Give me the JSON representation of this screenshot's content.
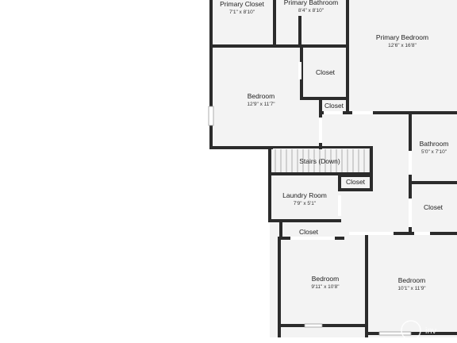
{
  "rooms": {
    "primary_closet": {
      "name": "Primary Closet",
      "dims": "7'1\" x 8'10\""
    },
    "primary_bathroom": {
      "name": "Primary Bathroom",
      "dims": "8'4\" x 8'10\""
    },
    "primary_bedroom": {
      "name": "Primary Bedroom",
      "dims": "12'6\" x 16'8\""
    },
    "closet_top": {
      "name": "Closet"
    },
    "bedroom_left": {
      "name": "Bedroom",
      "dims": "12'9\" x 11'7\""
    },
    "closet_small": {
      "name": "Closet"
    },
    "bathroom": {
      "name": "Bathroom",
      "dims": "5'0\" x 7'10\""
    },
    "stairs": {
      "name": "Stairs (Down)"
    },
    "laundry": {
      "name": "Laundry Room",
      "dims": "7'9\" x 5'1\""
    },
    "closet_laundry": {
      "name": "Closet"
    },
    "closet_right": {
      "name": "Closet"
    },
    "closet_lower": {
      "name": "Closet"
    },
    "bedroom_bottom_left": {
      "name": "Bedroom",
      "dims": "9'11\" x 10'8\""
    },
    "bedroom_bottom_right": {
      "name": "Bedroom",
      "dims": "10'1\" x 11'9\""
    }
  },
  "watermark": {
    "text": "inv"
  },
  "colors": {
    "wall": "#2b2b2b",
    "floor": "#f3f3f3",
    "background": "#ffffff"
  }
}
